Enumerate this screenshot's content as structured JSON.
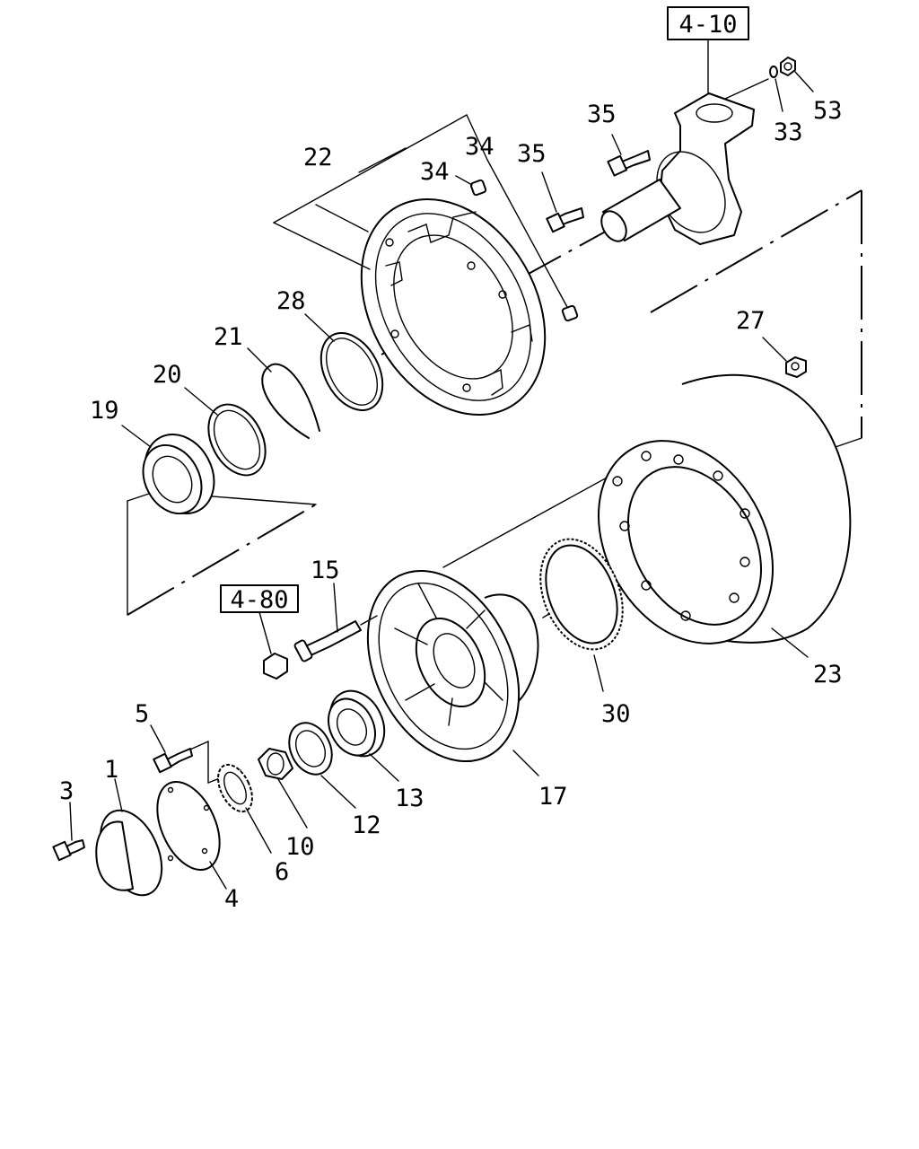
{
  "labels": {
    "p1": "1",
    "p3": "3",
    "p4": "4",
    "p5": "5",
    "p6": "6",
    "p10": "10",
    "p12": "12",
    "p13": "13",
    "p15": "15",
    "p17": "17",
    "p19": "19",
    "p20": "20",
    "p21": "21",
    "p22": "22",
    "p23": "23",
    "p27": "27",
    "p28": "28",
    "p30": "30",
    "p33": "33",
    "p34a": "34",
    "p34b": "34",
    "p35a": "35",
    "p35b": "35",
    "p53": "53"
  },
  "references": {
    "ref_4_10": "4-10",
    "ref_4_80": "4-80"
  }
}
